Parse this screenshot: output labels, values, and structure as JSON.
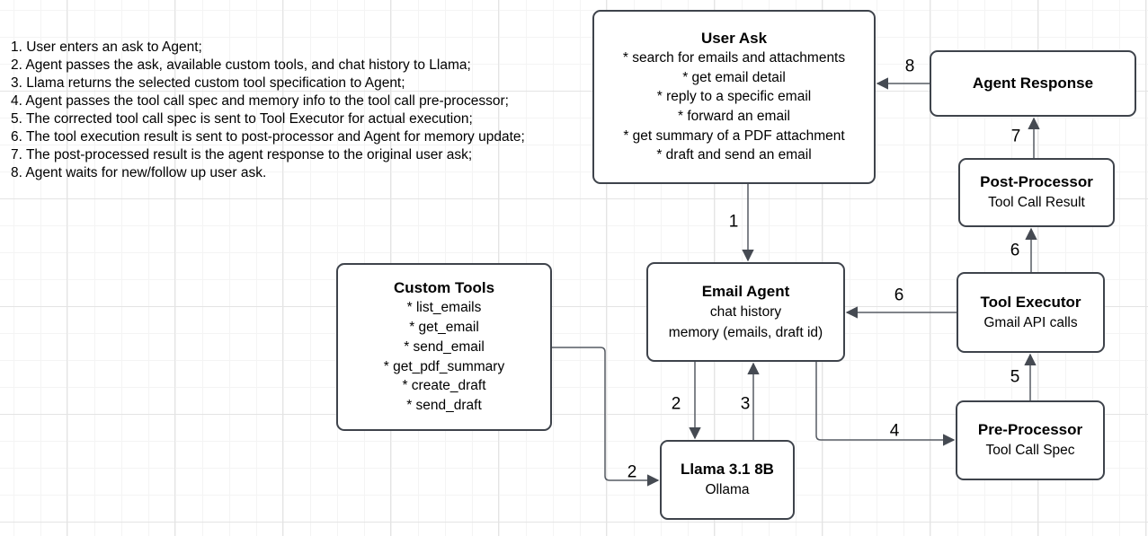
{
  "notes": {
    "lines": [
      "1. User enters an ask to Agent;",
      "2. Agent passes the ask, available custom tools, and chat history to Llama;",
      "3. Llama returns the selected custom tool specification to Agent;",
      "4. Agent passes the tool call spec and memory info to the tool call pre-processor;",
      "5. The corrected tool call spec is sent to Tool Executor for actual execution;",
      "6. The tool execution result is sent to post-processor and Agent for memory update;",
      "7. The post-processed result is the agent response to the original user ask;",
      "8. Agent waits for new/follow up user ask."
    ]
  },
  "boxes": {
    "user_ask": {
      "title": "User Ask",
      "items": [
        "* search for emails and attachments",
        "* get email detail",
        "* reply to a specific email",
        "* forward an email",
        "* get summary of a PDF attachment",
        "* draft and send an email"
      ]
    },
    "agent_response": {
      "title": "Agent Response"
    },
    "post_processor": {
      "title": "Post-Processor",
      "subtitle": "Tool Call Result"
    },
    "tool_executor": {
      "title": "Tool Executor",
      "subtitle": "Gmail API calls"
    },
    "pre_processor": {
      "title": "Pre-Processor",
      "subtitle": "Tool Call Spec"
    },
    "email_agent": {
      "title": "Email Agent",
      "lines": [
        "chat history",
        "memory (emails, draft id)"
      ]
    },
    "custom_tools": {
      "title": "Custom Tools",
      "items": [
        "* list_emails",
        "* get_email",
        "* send_email",
        "* get_pdf_summary",
        "* create_draft",
        "* send_draft"
      ]
    },
    "llama": {
      "title": "Llama 3.1 8B",
      "subtitle": "Ollama"
    }
  },
  "edge_labels": {
    "step1": "1",
    "step2_agent_to_llama": "2",
    "step2_tools_to_llama": "2",
    "step3": "3",
    "step4": "4",
    "step5": "5",
    "step6_to_agent": "6",
    "step6_to_post": "6",
    "step7": "7",
    "step8": "8"
  },
  "colors": {
    "box_border": "#3e434b",
    "connector": "#565b63",
    "arrowhead": "#454a52",
    "grid_minor": "#f4f4f4",
    "grid_major": "#e4e4e4"
  }
}
